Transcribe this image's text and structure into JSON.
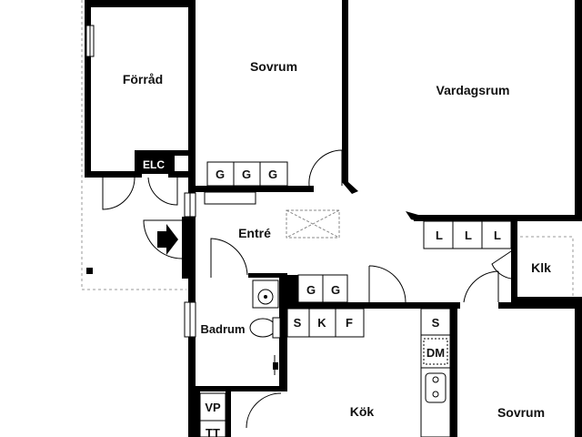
{
  "rooms": {
    "forrad": "Förråd",
    "sovrum_top": "Sovrum",
    "vardagsrum": "Vardagsrum",
    "entre": "Entré",
    "klk": "Klk",
    "badrum": "Badrum",
    "kok": "Kök",
    "sovrum_bottom": "Sovrum"
  },
  "fixtures": {
    "elc": "ELC",
    "g": "G",
    "l": "L",
    "s": "S",
    "k": "K",
    "f": "F",
    "dm": "DM",
    "vp": "VP",
    "tt": "TT"
  }
}
